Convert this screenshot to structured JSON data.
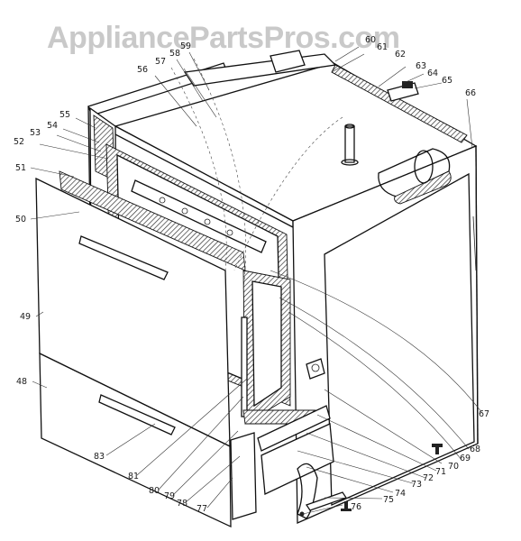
{
  "watermark": "AppliancePartsPros.com",
  "callouts": [
    {
      "id": "c59",
      "text": "59"
    },
    {
      "id": "c57",
      "text": "57"
    },
    {
      "id": "c58",
      "text": "58"
    },
    {
      "id": "c56",
      "text": "56"
    },
    {
      "id": "c60t",
      "text": "60"
    },
    {
      "id": "c61",
      "text": "61"
    },
    {
      "id": "c62",
      "text": "62"
    },
    {
      "id": "c63",
      "text": "63"
    },
    {
      "id": "c64",
      "text": "64"
    },
    {
      "id": "c65",
      "text": "65"
    },
    {
      "id": "c66",
      "text": "66"
    },
    {
      "id": "c55",
      "text": "55"
    },
    {
      "id": "c54",
      "text": "54"
    },
    {
      "id": "c53",
      "text": "53"
    },
    {
      "id": "c52",
      "text": "52"
    },
    {
      "id": "c51",
      "text": "51"
    },
    {
      "id": "c50",
      "text": "50"
    },
    {
      "id": "c49",
      "text": "49"
    },
    {
      "id": "c48",
      "text": "48"
    },
    {
      "id": "c83",
      "text": "83"
    },
    {
      "id": "c81",
      "text": "81"
    },
    {
      "id": "c80",
      "text": "80"
    },
    {
      "id": "c79",
      "text": "79"
    },
    {
      "id": "c78",
      "text": "78"
    },
    {
      "id": "c77",
      "text": "77"
    },
    {
      "id": "c67",
      "text": "67"
    },
    {
      "id": "c68",
      "text": "68"
    },
    {
      "id": "c69",
      "text": "69"
    },
    {
      "id": "c70",
      "text": "70"
    },
    {
      "id": "c71",
      "text": "71"
    },
    {
      "id": "c72",
      "text": "72"
    },
    {
      "id": "c73",
      "text": "73"
    },
    {
      "id": "c74",
      "text": "74"
    },
    {
      "id": "c75",
      "text": "75"
    },
    {
      "id": "c76",
      "text": "76"
    }
  ]
}
